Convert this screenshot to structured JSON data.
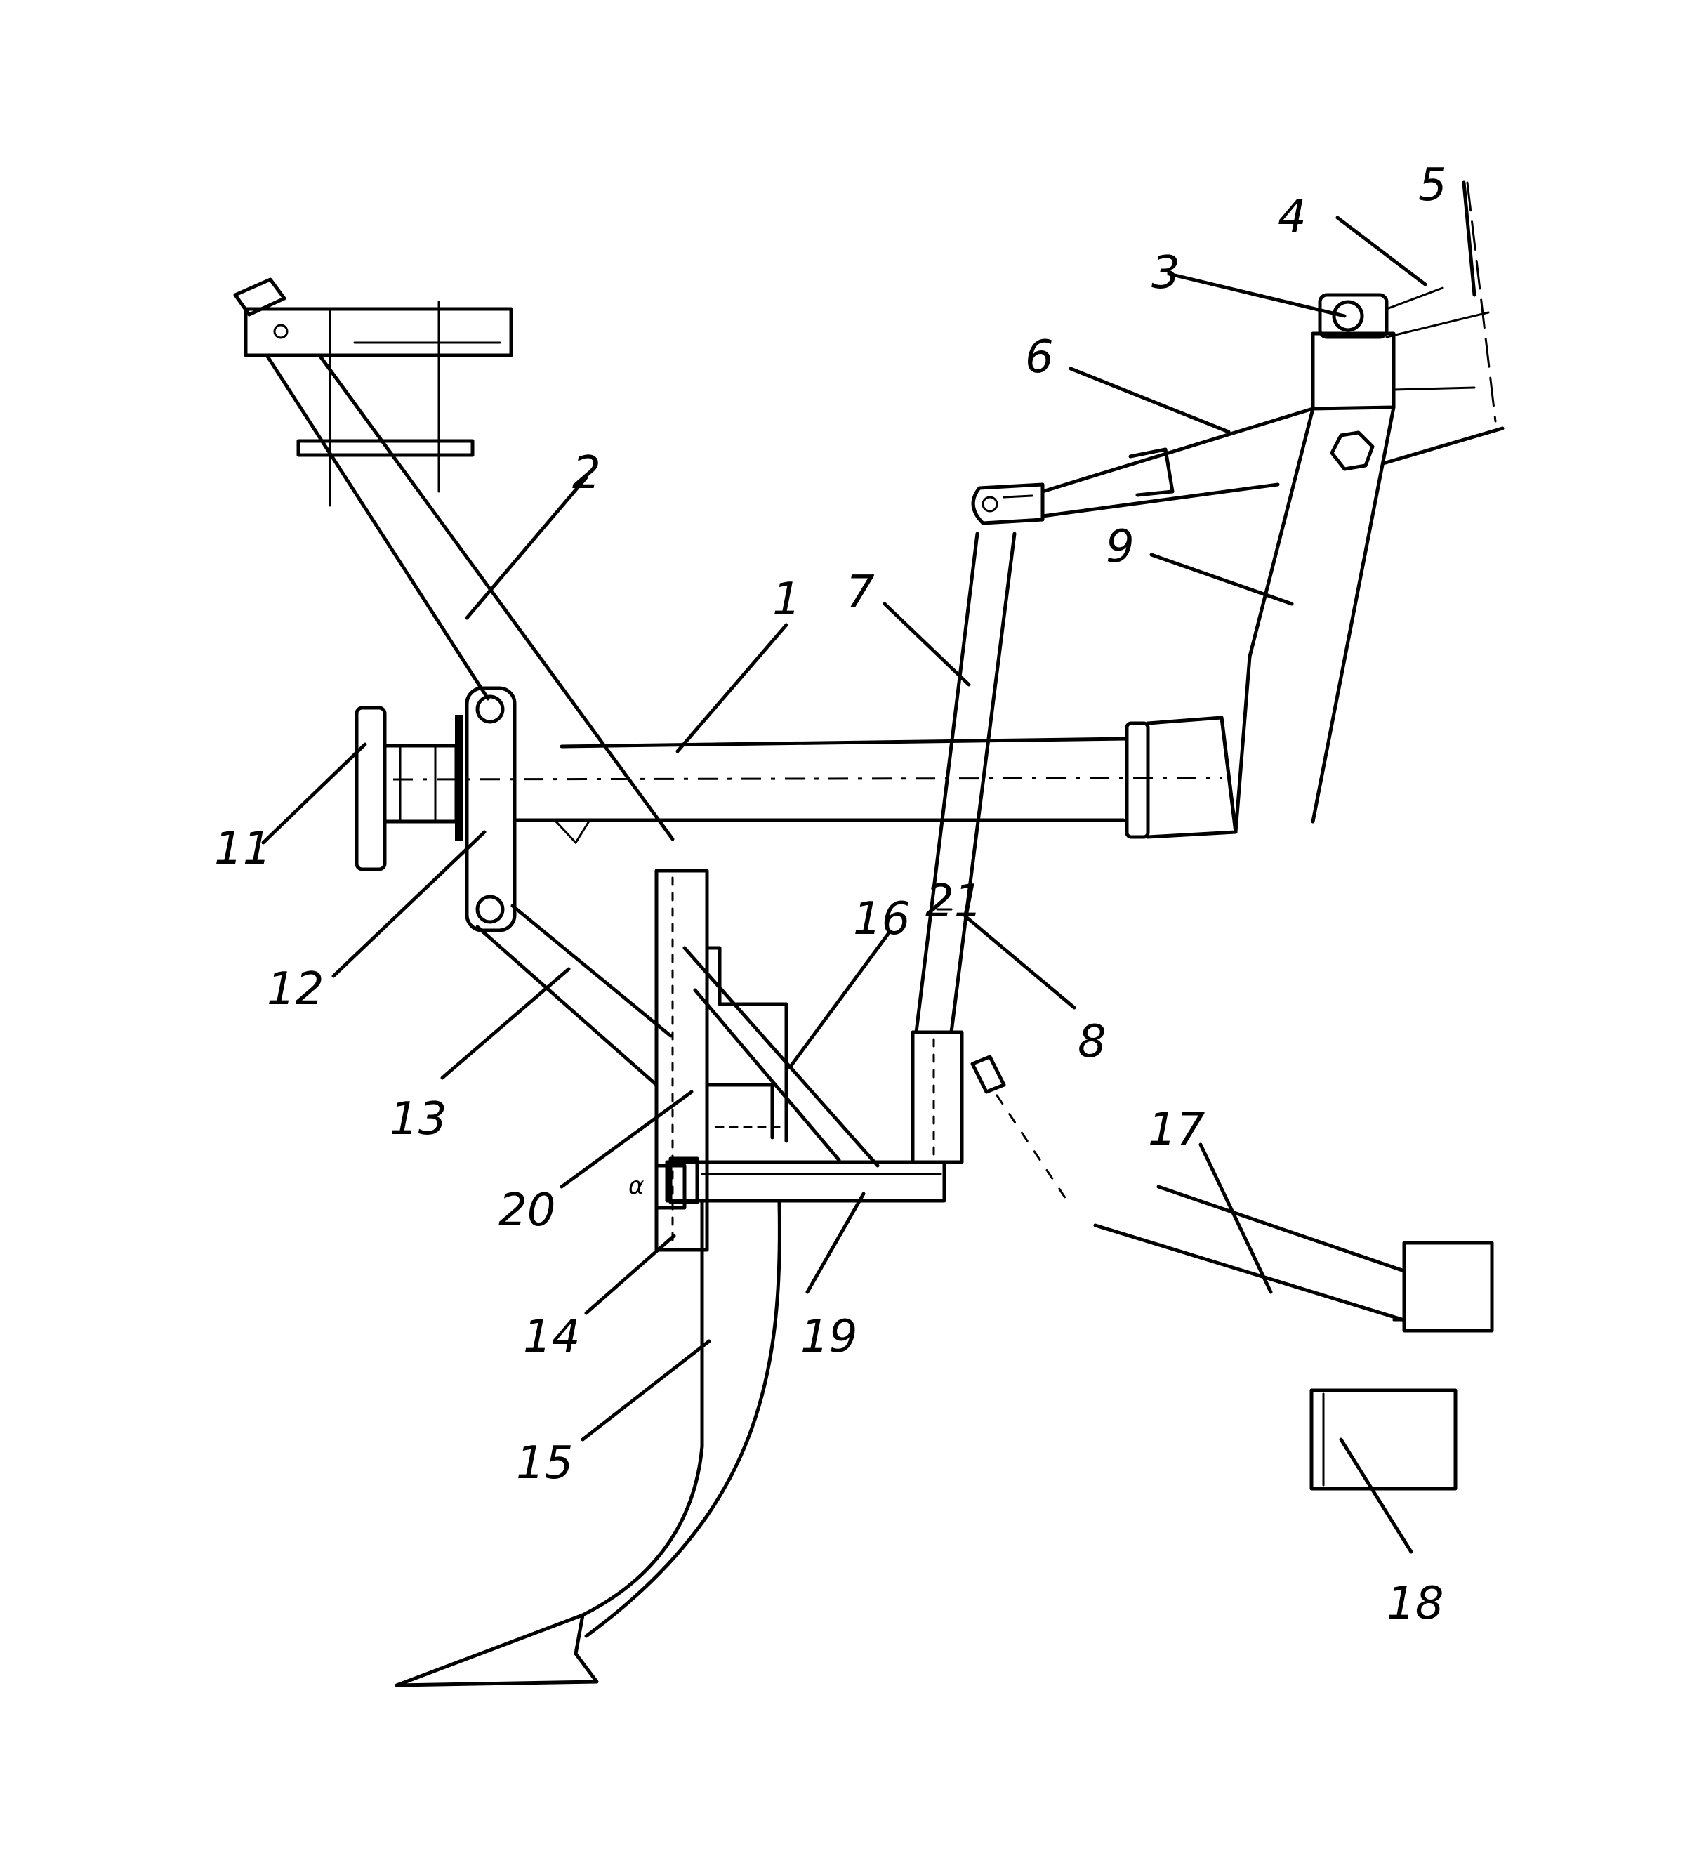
{
  "diagram": {
    "labels": {
      "p1": "1",
      "p2": "2",
      "p3": "3",
      "p4": "4",
      "p5": "5",
      "p6": "6",
      "p7": "7",
      "p8": "8",
      "p9": "9",
      "p11": "11",
      "p12": "12",
      "p13": "13",
      "p14": "14",
      "p15": "15",
      "p16": "16",
      "p17": "17",
      "p18": "18",
      "p19": "19",
      "p20": "20",
      "p21": "21",
      "small": "α"
    }
  }
}
